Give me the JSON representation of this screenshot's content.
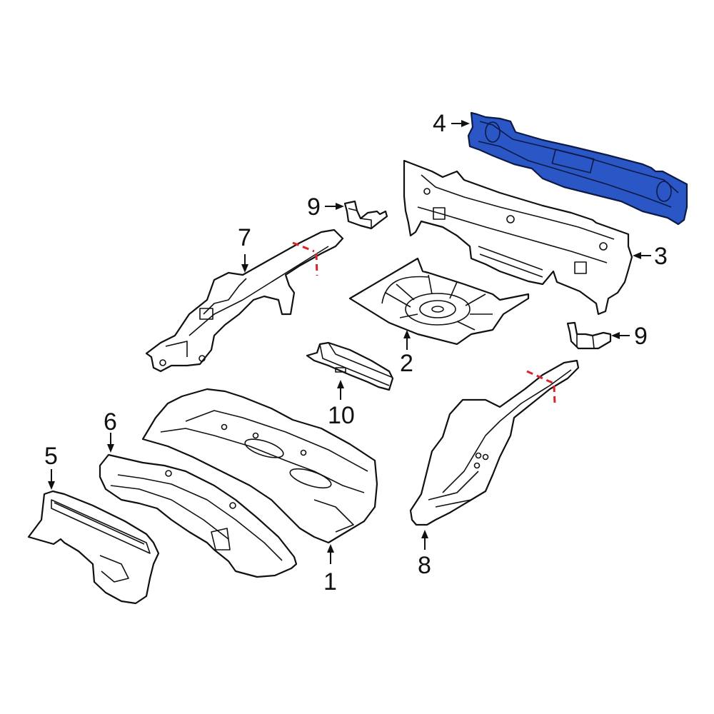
{
  "diagram": {
    "type": "exploded parts diagram",
    "subject": "Rear floor pan and rear body panel assembly",
    "highlight_color": "#2a56c6",
    "cut_line_color": "#d9222a",
    "highlighted_part": "4",
    "callouts": [
      {
        "id": "1",
        "label": "1",
        "part": "floor-pan"
      },
      {
        "id": "2",
        "label": "2",
        "part": "spare-tire-well-floor"
      },
      {
        "id": "3",
        "label": "3",
        "part": "rear-body-panel"
      },
      {
        "id": "4",
        "label": "4",
        "part": "rear-body-panel-reinforcement",
        "highlighted": true
      },
      {
        "id": "5",
        "label": "5",
        "part": "rocker-reinforcement"
      },
      {
        "id": "6",
        "label": "6",
        "part": "floor-side-rail"
      },
      {
        "id": "7",
        "label": "7",
        "part": "rear-rail-left"
      },
      {
        "id": "8",
        "label": "8",
        "part": "rear-rail-right"
      },
      {
        "id": "9a",
        "label": "9",
        "part": "bracket-upper"
      },
      {
        "id": "9b",
        "label": "9",
        "part": "bracket-lower"
      },
      {
        "id": "10",
        "label": "10",
        "part": "crossmember"
      }
    ]
  }
}
